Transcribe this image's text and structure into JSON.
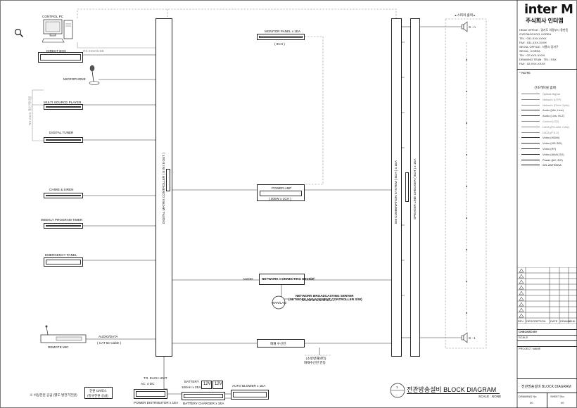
{
  "zoom_icon": "magnifier-icon",
  "devices": {
    "control_pc": "CONTROL PC",
    "direct_box": "DIRECT BOX",
    "microphone": "MICROPHONE",
    "multi_source_player": "MULTI SOURCE PLAYER",
    "digital_tuner": "DIGITAL TUNER",
    "chime_siren": "CHIME & SIREN",
    "weekly_timer": "WEEKLY PROGRAM TIMER",
    "emergency_panel": "EMERGENCY PANEL",
    "remote_mic": "REMOTE MIC",
    "monitor_panel": "MONITOR PANEL x 1EA",
    "monitor_panel_ch": "( 8CH )",
    "power_amp": "POWER AMP",
    "power_amp_spec": "( 300W x 1CH )",
    "network_device": "NETWORK CONNECTING DEVICE",
    "network_pager": "NETWORK BROADCASTING SERVER",
    "network_pager_sub": "(NETWORK MANAGEMENT CONTROLLER S/W)",
    "wan_lan": "WAN/LAN",
    "fire_receiver": "화재 수신반",
    "fire_note_1": "(소방방재센터)",
    "fire_note_2": "화재수신반 연동"
  },
  "racks": {
    "digital_controller": "DIGITAL MATRIX CONTROLLER ( 8 IN / 8 OUT )",
    "em_system": "EM COMBINATION SYSTEM ( 8CH ) x 1EA",
    "speaker_checker": "SPEAKER LINE CHECKER ( 8CH ) x 1EA"
  },
  "wire_labels": {
    "audio": "AUDIO",
    "audio_gray": "음성",
    "audio_data": "AUDIO/DATA",
    "cat5e": "( CAT 5e Cable )",
    "gray_left": "RS-232C 통신케이블",
    "gray_top": "RS-232C/USB"
  },
  "speaker_zone": {
    "header": "◂ 스피커 출력 ▸",
    "top": "S - n",
    "bottom": "S - 1"
  },
  "bottom": {
    "note": "※ 비상전원 공급 (별도 발전기전원)",
    "power_box": "전원 CR박스",
    "power_box_2": "(정규전원 공급)",
    "to_each_unit": "TO. EACH UNIT",
    "ac_dc": "AC.  4      DC",
    "power_dist": "POWER DISTRIBUTOR x 1EA",
    "battery": "BATTERY",
    "battery_spec": "100AH x 2EA",
    "bat_cell_1": "12V",
    "bat_cell_2": "12V",
    "battery_charger": "BATTERY CHARGER x 1EA",
    "auto_blower": "AUTO BLOWER x 1EA"
  },
  "title_block": {
    "logo": "inter M",
    "logo_sub": "주식회사 인터엠",
    "company_lines": [
      "HEAD OFFICE : 경기도 의정부시 용현동",
      "GYEONGGI-DO, KOREA",
      "TEL : 031-XXX-XXXX",
      "FAX : 031-XXX-XXXX",
      "SEOUL OFFICE : 서울시 강서구",
      "SEOUL, KOREA",
      "TEL : 02-XXX-XXXX",
      "DRAWING TEAM : TEL / FAX",
      "FAX : 02-XXX-XXXX"
    ],
    "note_head": "* NOTE",
    "legend_title": "신호케이블 범례",
    "legend": [
      {
        "label": "Optical Signal",
        "color": "#7a7a7a"
      },
      {
        "label": "Network (UTP)",
        "color": "#8a8a8a"
      },
      {
        "label": "Network (Fiber Optic)",
        "color": "#8a8a8a"
      },
      {
        "label": "Audio (Mic, Line)",
        "color": "#333333"
      },
      {
        "label": "Audio (Low, Hi-Z)",
        "color": "#333333"
      },
      {
        "label": "Control (232)",
        "color": "#8a8a8a"
      },
      {
        "label": "DATA (RS-485, CAN)",
        "color": "#8a8a8a"
      },
      {
        "label": "DATA (P.S.V)",
        "color": "#8a8a8a"
      },
      {
        "label": "Video (HDMI)",
        "color": "#333333"
      },
      {
        "label": "Video (HD-SDI)",
        "color": "#333333"
      },
      {
        "label": "Video (RF)",
        "color": "#333333"
      },
      {
        "label": "Video (ANALOG)",
        "color": "#333333"
      },
      {
        "label": "Power (AC, DC)",
        "color": "#111111"
      },
      {
        "label": "W/L ANTENNA",
        "color": "#111111"
      }
    ],
    "rev_headers": [
      "REV",
      "DESCRIPTION",
      "DATE",
      "DRAWN",
      "CHK"
    ],
    "checked_by": "CHECKED BY",
    "scale_label": "SCALE",
    "project": "PROJECT NAME",
    "drawing_title": "전관방송설비 BLOCK DIAGRAM",
    "drawing_no": "DRAWING No.",
    "sheet_no": "SHEET No.",
    "drawing_no_val": "00",
    "sheet_no_val": "00"
  },
  "diagram_title": {
    "circle_top": "1",
    "circle_bottom": "-",
    "title": "전관방송설비 BLOCK DIAGRAM",
    "scale": "SCALE : NONE"
  }
}
